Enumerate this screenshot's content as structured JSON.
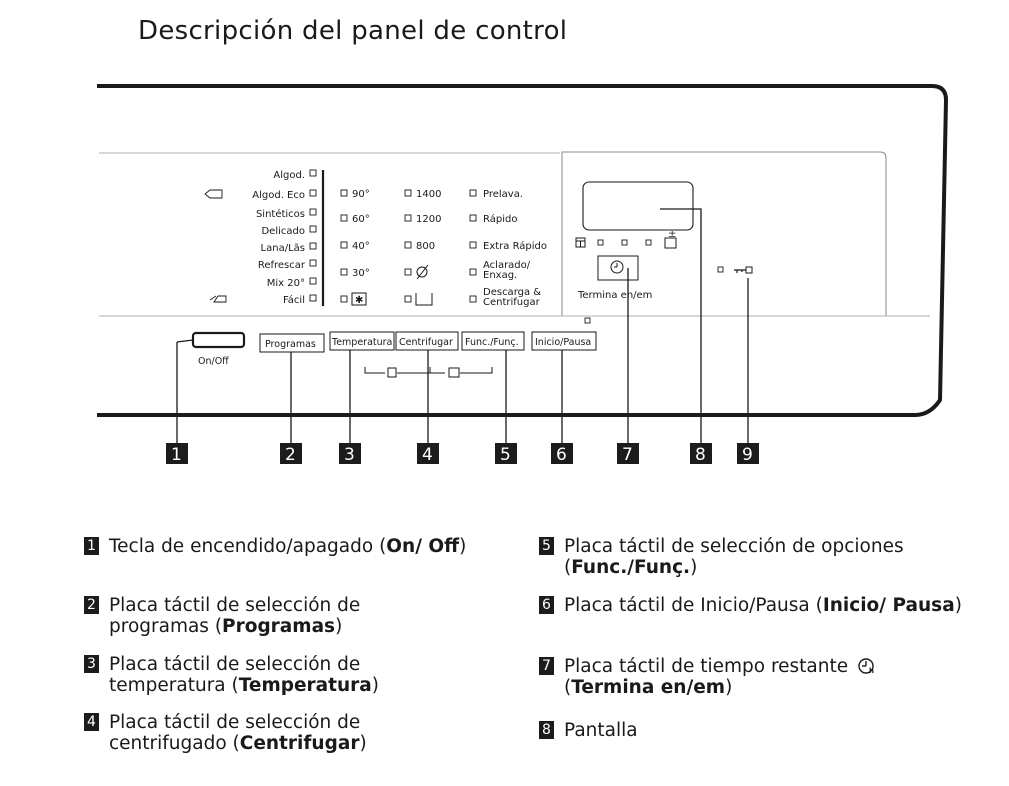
{
  "title": "Descripción del panel de control",
  "programs": [
    "Algod.",
    "Algod. Eco",
    "Sintéticos",
    "Delicado",
    "Lana/Lãs",
    "Refrescar",
    "Mix 20°",
    "Fácil"
  ],
  "temperatures": [
    "90°",
    "60°",
    "40°",
    "30°"
  ],
  "spins": [
    "1400",
    "1200",
    "800"
  ],
  "options": [
    "Prelava.",
    "Rápido",
    "Extra Rápido",
    "Aclarado/",
    "Enxag.",
    "Descarga &",
    "Centrifugar"
  ],
  "buttons": {
    "onoff": "On/Off",
    "programas": "Programas",
    "temperatura": "Temperatura",
    "centrifugar": "Centrifugar",
    "func": "Func./Funç.",
    "inicio": "Inicio/Pausa"
  },
  "display_caption": "Termina en/em",
  "callouts": [
    "1",
    "2",
    "3",
    "4",
    "5",
    "6",
    "7",
    "8",
    "9"
  ],
  "legend": {
    "item1": {
      "num": "1",
      "text": "Tecla de encendido/apagado (",
      "bold": "On/ Off",
      "end": ")"
    },
    "item2": {
      "num": "2",
      "text": "Placa táctil de selección de programas (",
      "bold": "Programas",
      "end": ")"
    },
    "item3": {
      "num": "3",
      "text": "Placa táctil de selección de temperatura (",
      "bold": "Temperatura",
      "end": ")"
    },
    "item4": {
      "num": "4",
      "text": "Placa táctil de selección de centrifugado (",
      "bold": "Centrifugar",
      "end": ")"
    },
    "item5": {
      "num": "5",
      "text": "Placa táctil de selección de opciones (",
      "bold": "Func./Funç.",
      "end": ")"
    },
    "item6": {
      "num": "6",
      "text": "Placa táctil de Inicio/Pausa (",
      "bold": "Inicio/ Pausa",
      "end": ")"
    },
    "item7": {
      "num": "7",
      "text": "Placa táctil de tiempo restante",
      "bold": "Termina en/em",
      "end": ")"
    },
    "item8": {
      "num": "8",
      "text": "Pantalla"
    }
  }
}
